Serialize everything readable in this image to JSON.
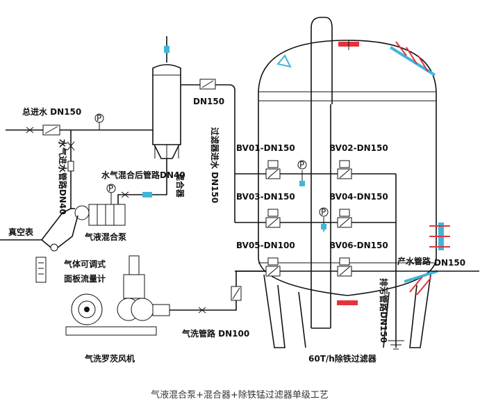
{
  "caption": "气液混合泵+混合器+除铁锰过滤器单级工艺",
  "labels": {
    "total_inlet": "总进水 DN150",
    "inlet_branch_v": "水气进水管路DN40",
    "post_mix_pipe": "水气混合后管路DN40",
    "mixer": "混合器",
    "dn150_top": "DN150",
    "filter_inlet_v": "过滤器进水 DN150",
    "vacuum": "真空表",
    "gas_liquid_pump": "气液混合泵",
    "flowmeter_l1": "气体可调式",
    "flowmeter_l2": "面板流量计",
    "gas_wash_pipe": "气洗管路 DN100",
    "roots_blower": "气洗罗茨风机",
    "bv01": "BV01-DN150",
    "bv02": "BV02-DN150",
    "bv03": "BV03-DN150",
    "bv04": "BV04-DN150",
    "bv05": "BV05-DN100",
    "bv06": "BV06-DN150",
    "product_pipe": "产水管路",
    "product_dn": "DN150",
    "backwash_drain_v": "排污管路DN150",
    "filter_name": "60T/h除铁过滤器",
    "gauge_letter": "P"
  },
  "colors": {
    "valve_accent": "#3fb6d9",
    "flange_red": "#e6313a",
    "line": "#111111"
  },
  "icons": [
    "check-valve-icon",
    "gate-valve-icon",
    "butterfly-valve-icon",
    "pressure-gauge-icon",
    "flowmeter-icon",
    "blower-icon",
    "pump-icon",
    "tank-icon"
  ]
}
